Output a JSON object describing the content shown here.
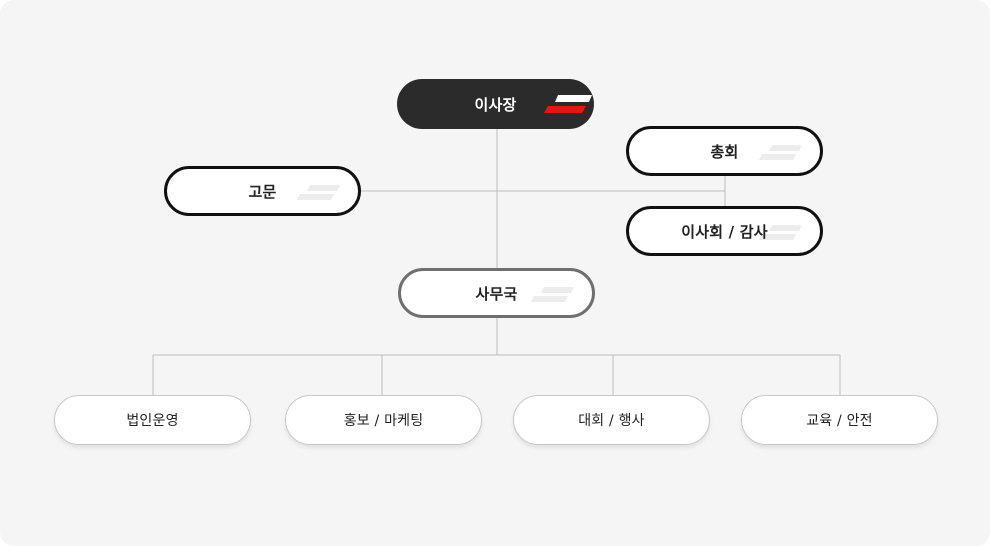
{
  "org": {
    "chair": "이사장",
    "general_assembly": "총회",
    "advisor": "고문",
    "board_audit": "이사회 / 감사",
    "secretariat": "사무국",
    "departments": [
      "법인운영",
      "홍보 / 마케팅",
      "대회 / 행사",
      "교육 / 안전"
    ]
  },
  "colors": {
    "background": "#f5f5f5",
    "chair_fill": "#2b2b2b",
    "accent_red": "#e8141d",
    "line": "#bdbdbd"
  }
}
